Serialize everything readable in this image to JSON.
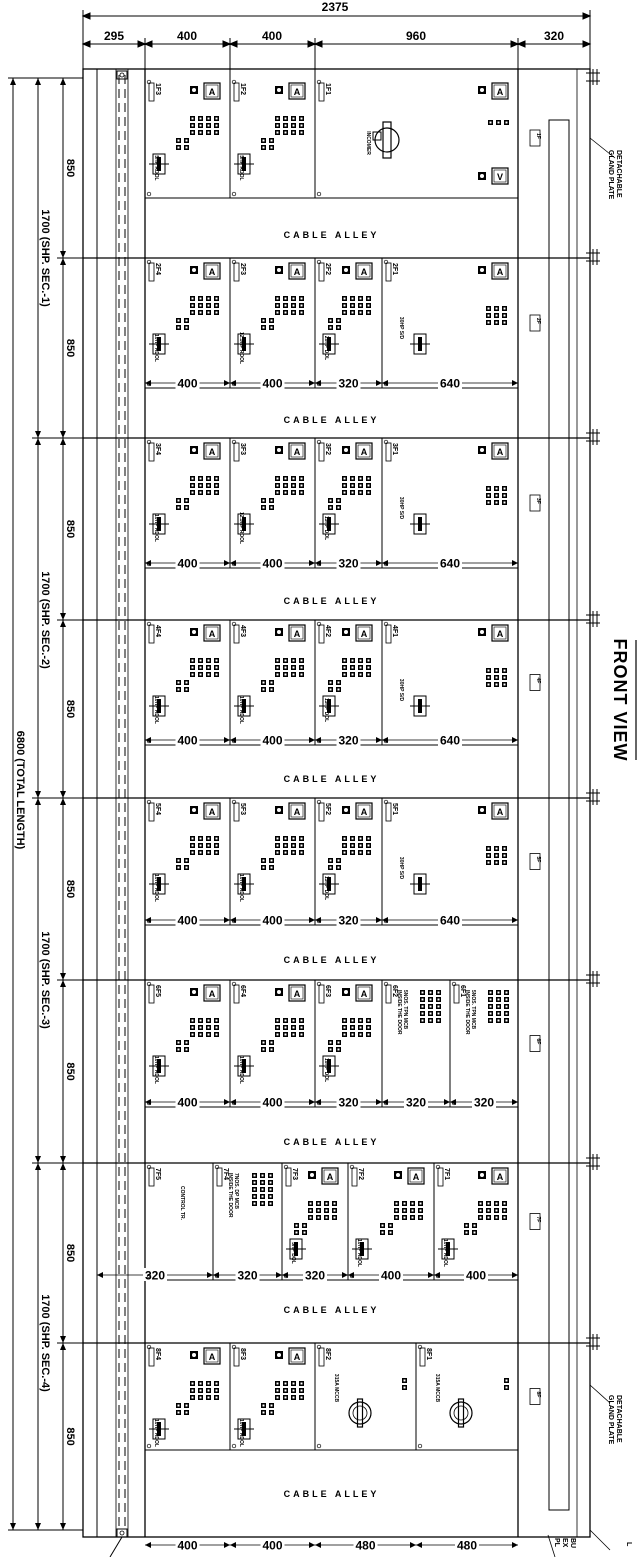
{
  "top_dims": {
    "total": "2375",
    "parts": [
      "295",
      "400",
      "400",
      "960",
      "320"
    ]
  },
  "left_dims": {
    "total": "6800",
    "total_note": "(TOTAL LENGTH)",
    "sections": [
      {
        "value": "1700",
        "note": "(SHP. SEC.-1)"
      },
      {
        "value": "1700",
        "note": "(SHP. SEC.-2)"
      },
      {
        "value": "1700",
        "note": "(SHP. SEC.-3)"
      },
      {
        "value": "1700",
        "note": "(SHP. SEC.-4)"
      }
    ],
    "tier": "850"
  },
  "title": "FRONT VIEW",
  "cable_alley": "CABLE ALLEY",
  "gland_plate": [
    "DETACHABLE",
    "GLAND PLATE"
  ],
  "bottom_right_text": [
    "BU",
    "EX",
    "PL"
  ],
  "bottom_right_text2": "L",
  "meter_a": "A",
  "meter_v": "V",
  "row_tags": [
    "1F",
    "2F",
    "3F",
    "4F",
    "5F",
    "6F",
    "7F",
    "8F"
  ],
  "rows": [
    {
      "feeders": [
        {
          "tag": "1F3",
          "desc": "5HP RDOL"
        },
        {
          "tag": "1F2",
          "desc": "5HP RDOL"
        },
        {
          "tag": "1F1",
          "desc": "INCOMER"
        }
      ],
      "dims": []
    },
    {
      "feeders": [
        {
          "tag": "2F4",
          "desc": "10HP RDOL"
        },
        {
          "tag": "2F3",
          "desc": "12.5HP RDOL"
        },
        {
          "tag": "2F2",
          "desc": "20HP DOL"
        },
        {
          "tag": "2F1",
          "desc": "30HP S/D"
        }
      ],
      "dims": [
        "400",
        "400",
        "320",
        "640"
      ]
    },
    {
      "feeders": [
        {
          "tag": "3F4",
          "desc": "10HP RDOL"
        },
        {
          "tag": "3F3",
          "desc": "12.5HP RDOL"
        },
        {
          "tag": "3F2",
          "desc": "15HP DOL"
        },
        {
          "tag": "3F1",
          "desc": "30HP S/D"
        }
      ],
      "dims": [
        "400",
        "400",
        "320",
        "640"
      ]
    },
    {
      "feeders": [
        {
          "tag": "4F4",
          "desc": "10HP RDOL"
        },
        {
          "tag": "4F3",
          "desc": "10HP RDOL"
        },
        {
          "tag": "4F2",
          "desc": "15HP DOL"
        },
        {
          "tag": "4F1",
          "desc": "30HP S/D"
        }
      ],
      "dims": [
        "400",
        "400",
        "320",
        "640"
      ]
    },
    {
      "feeders": [
        {
          "tag": "5F4",
          "desc": "10HP RDOL"
        },
        {
          "tag": "5F3",
          "desc": "10HP RDOL"
        },
        {
          "tag": "5F2",
          "desc": "15HP DOL"
        },
        {
          "tag": "5F1",
          "desc": "30HP S/D"
        }
      ],
      "dims": [
        "400",
        "400",
        "320",
        "640"
      ]
    },
    {
      "feeders": [
        {
          "tag": "6F5",
          "desc": "10HP RDOL"
        },
        {
          "tag": "6F4",
          "desc": "10HP RDOL"
        },
        {
          "tag": "6F3",
          "desc": "10HP DOL"
        },
        {
          "tag": "6F2",
          "desc": "5NOS. TPN MCB INSIDE THE DOOR"
        },
        {
          "tag": "6F1",
          "desc": "5NOS. TPN MCB INSIDE THE DOOR"
        }
      ],
      "dims": [
        "400",
        "400",
        "320",
        "320",
        "320"
      ]
    },
    {
      "feeders": [
        {
          "tag": "7F5",
          "desc": "CONTROL TR."
        },
        {
          "tag": "7F4",
          "desc": "7NOS. DP MCB INSIDE THE DOOR"
        },
        {
          "tag": "7F3",
          "desc": "5HP DOL"
        },
        {
          "tag": "7F2",
          "desc": "10HP RDOL"
        },
        {
          "tag": "7F1",
          "desc": "10HP RDOL"
        }
      ],
      "dims": [
        "320",
        "320",
        "320",
        "400",
        "400"
      ]
    },
    {
      "feeders": [
        {
          "tag": "8F4",
          "desc": "10HP RDOL"
        },
        {
          "tag": "8F3",
          "desc": "10HP RDOL"
        },
        {
          "tag": "8F2",
          "desc": "315A MCCB"
        },
        {
          "tag": "8F1",
          "desc": "315A MCCB"
        }
      ],
      "dims": [
        "400",
        "400",
        "480",
        "480"
      ]
    }
  ]
}
